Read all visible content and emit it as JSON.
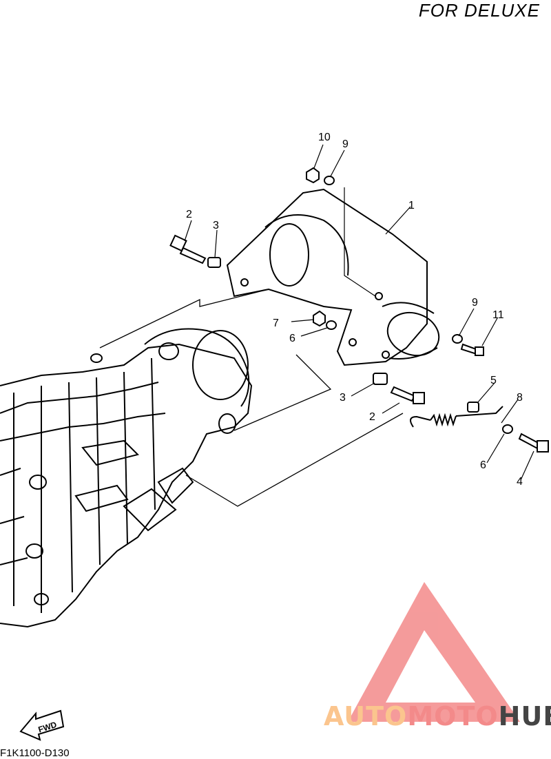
{
  "header": {
    "title": "FOR DELUXE"
  },
  "diagram": {
    "code": "F1K1100-D130",
    "fwd_label": "FWD",
    "callouts": [
      {
        "id": "c1",
        "label": "1"
      },
      {
        "id": "c2a",
        "label": "2"
      },
      {
        "id": "c2b",
        "label": "2"
      },
      {
        "id": "c3a",
        "label": "3"
      },
      {
        "id": "c3b",
        "label": "3"
      },
      {
        "id": "c4",
        "label": "4"
      },
      {
        "id": "c5",
        "label": "5"
      },
      {
        "id": "c6a",
        "label": "6"
      },
      {
        "id": "c6b",
        "label": "6"
      },
      {
        "id": "c7",
        "label": "7"
      },
      {
        "id": "c8",
        "label": "8"
      },
      {
        "id": "c9a",
        "label": "9"
      },
      {
        "id": "c9b",
        "label": "9"
      },
      {
        "id": "c10",
        "label": "10"
      },
      {
        "id": "c11",
        "label": "11"
      }
    ]
  },
  "watermark": {
    "part1": "AUTO",
    "part2": "MOTO",
    "part3": "HUB",
    "colors": {
      "auto": "#fbc58e",
      "moto": "#f38a8a",
      "hub": "#444444",
      "logo": "#f38a8a"
    }
  }
}
